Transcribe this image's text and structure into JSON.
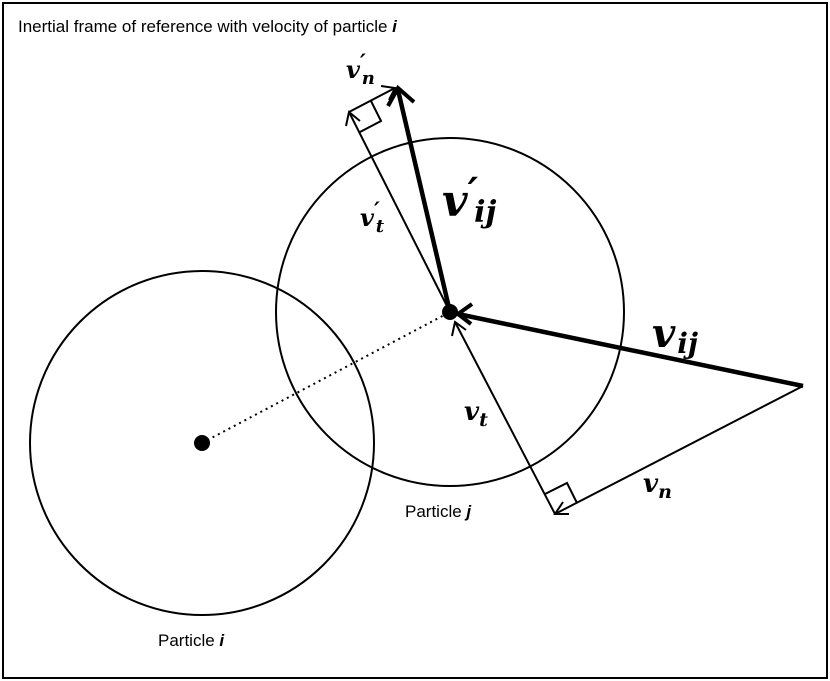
{
  "title": {
    "text": "Inertial frame of reference with velocity of particle ",
    "italic": "i"
  },
  "particle_i_label": {
    "text": "Particle ",
    "italic": "i"
  },
  "particle_j_label": {
    "text": "Particle ",
    "italic": "j"
  },
  "vectors": {
    "v_ij": {
      "base": "v",
      "sub": "ij"
    },
    "v_ij_p": {
      "base": "v",
      "prime": "′",
      "sub": "ij"
    },
    "v_t": {
      "base": "v",
      "sub": "t"
    },
    "v_n": {
      "base": "v",
      "sub": "n"
    },
    "v_t_p": {
      "base": "v",
      "prime": "′",
      "sub": "t"
    },
    "v_n_p": {
      "base": "v",
      "prime": "′",
      "sub": "n"
    }
  },
  "colors": {
    "stroke": "#000000",
    "background": "#ffffff"
  }
}
